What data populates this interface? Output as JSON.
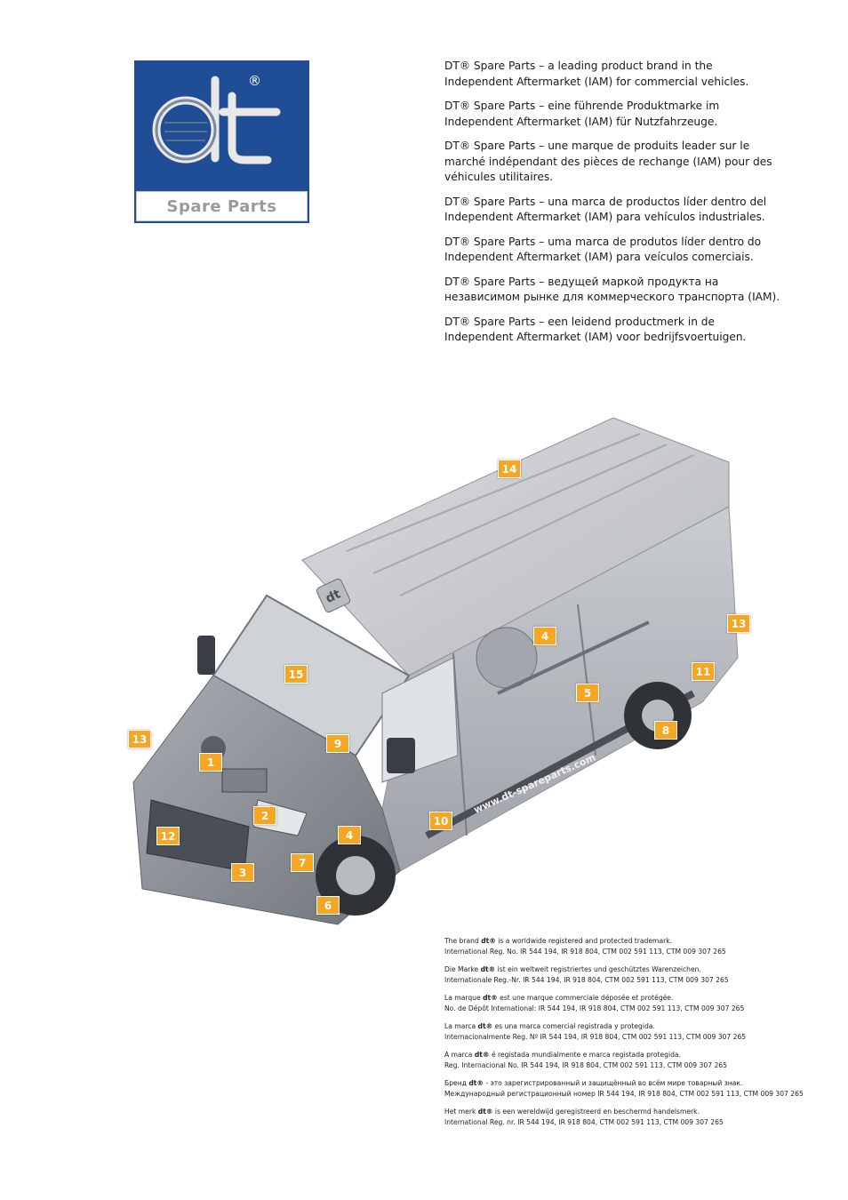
{
  "logo": {
    "mark_text": "dt",
    "registered": "®",
    "tagline": "Spare Parts"
  },
  "intro": [
    "DT® Spare Parts – a leading product brand in the Independent Aftermarket (IAM) for commercial vehicles.",
    "DT® Spare Parts – eine führende Produktmarke im Independent Aftermarket (IAM) für Nutzfahrzeuge.",
    "DT® Spare Parts – une marque de produits leader sur le marché indépendant des pièces de rechange (IAM) pour des véhicules utilitaires.",
    "DT® Spare Parts – una marca de productos líder dentro del Independent Aftermarket (IAM) para vehículos industriales.",
    "DT® Spare Parts – uma marca de produtos líder dentro do Independent Aftermarket (IAM) para veículos comerciais.",
    "DT® Spare Parts – ведущей маркой продукта на независимом рынке для коммерческого транспорта (IAM).",
    "DT® Spare Parts – een leidend productmerk in de Independent Aftermarket (IAM) voor bedrijfsvoertuigen."
  ],
  "van": {
    "side_text": "www.dt-spareparts.com",
    "badge_text": "dt",
    "callouts": [
      "14",
      "13",
      "4",
      "5",
      "11",
      "8",
      "15",
      "13",
      "9",
      "1",
      "2",
      "12",
      "10",
      "4",
      "7",
      "3",
      "6"
    ]
  },
  "trademark": [
    {
      "line1_pre": "The brand ",
      "brand": "dt®",
      "line1_post": " is a worldwide registered and protected trademark.",
      "line2": "International Reg. No. IR 544 194, IR 918 804, CTM 002 591 113, CTM 009 307 265"
    },
    {
      "line1_pre": "Die Marke ",
      "brand": "dt®",
      "line1_post": " ist ein weltweit registriertes und geschütztes Warenzeichen.",
      "line2": "Internationale Reg.-Nr. IR 544 194, IR 918 804, CTM 002 591 113, CTM 009 307 265"
    },
    {
      "line1_pre": "La marque ",
      "brand": "dt®",
      "line1_post": " est une marque commerciale déposée et protégée.",
      "line2": "No. de Dépôt International: IR 544 194, IR 918 804, CTM 002 591 113, CTM 009 307 265"
    },
    {
      "line1_pre": "La marca ",
      "brand": "dt®",
      "line1_post": " es una marca comercial registrada y protegida.",
      "line2": "Internacionalmente Reg. Nº IR 544 194, IR 918 804, CTM 002 591 113, CTM 009 307 265"
    },
    {
      "line1_pre": "A marca ",
      "brand": "dt®",
      "line1_post": " é registada mundialmente e marca registada protegida.",
      "line2": "Reg. Internacional No. IR 544 194, IR 918 804, CTM 002 591 113, CTM 009 307 265"
    },
    {
      "line1_pre": "Бренд ",
      "brand": "dt®",
      "line1_post": " - это зарегистрированный и защищённый во всём мире товарный знак.",
      "line2": "Международный регистрационный номер IR 544 194, IR 918 804, CTM 002 591 113, CTM 009 307 265"
    },
    {
      "line1_pre": "Het merk ",
      "brand": "dt®",
      "line1_post": " is een wereldwijd geregistreerd en beschermd handelsmerk.",
      "line2": "International Reg. nr. IR 544 194, IR 918 804, CTM 002 591 113, CTM 009 307 265"
    }
  ]
}
